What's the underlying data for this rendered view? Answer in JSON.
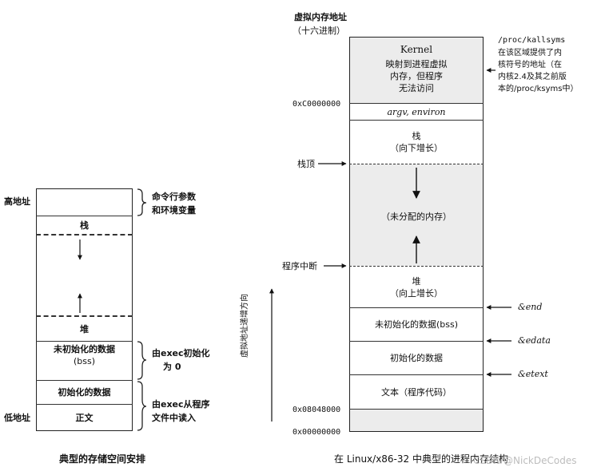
{
  "left": {
    "high_addr": "高地址",
    "low_addr": "低地址",
    "cmd_args": "命令行参数",
    "env_vars": "和环境变量",
    "stack": "栈",
    "heap": "堆",
    "bss1": "未初始化的数据",
    "bss2": "(bss)",
    "init_data": "初始化的数据",
    "text": "正文",
    "exec_init1": "由exec初始化",
    "exec_init2": "为 0",
    "exec_read1": "由exec从程序",
    "exec_read2": "文件中读入",
    "caption": "典型的存储空间安排"
  },
  "right": {
    "vaddr_title1": "虚拟内存地址",
    "vaddr_title2": "（十六进制）",
    "kernel": "Kernel",
    "kernel_d1": "映射到进程虚拟",
    "kernel_d2": "内存，但程序",
    "kernel_d3": "无法访问",
    "argv": "argv, environ",
    "stack1": "栈",
    "stack2": "（向下增长）",
    "unalloc": "（未分配的内存）",
    "heap1": "堆",
    "heap2": "（向上增长）",
    "bss": "未初始化的数据(bss)",
    "init_data": "初始化的数据",
    "text": "文本（程序代码）",
    "addr_c0": "0xC0000000",
    "addr_0804": "0x08048000",
    "addr_0": "0x00000000",
    "stack_top": "栈顶",
    "prog_break": "程序中断",
    "axis_label": "虚拟地址递增方向",
    "end": "&end",
    "edata": "&edata",
    "etext": "&etext",
    "kallsyms": "/proc/kallsyms",
    "note1": "在该区域提供了内",
    "note2": "核符号的地址（在",
    "note3": "内核2.4及其之前版",
    "note4": "本的/proc/ksyms中）",
    "caption": "在 Linux/x86-32 中典型的进程内存结构",
    "watermark": "CSDN @NickDeCodes"
  }
}
